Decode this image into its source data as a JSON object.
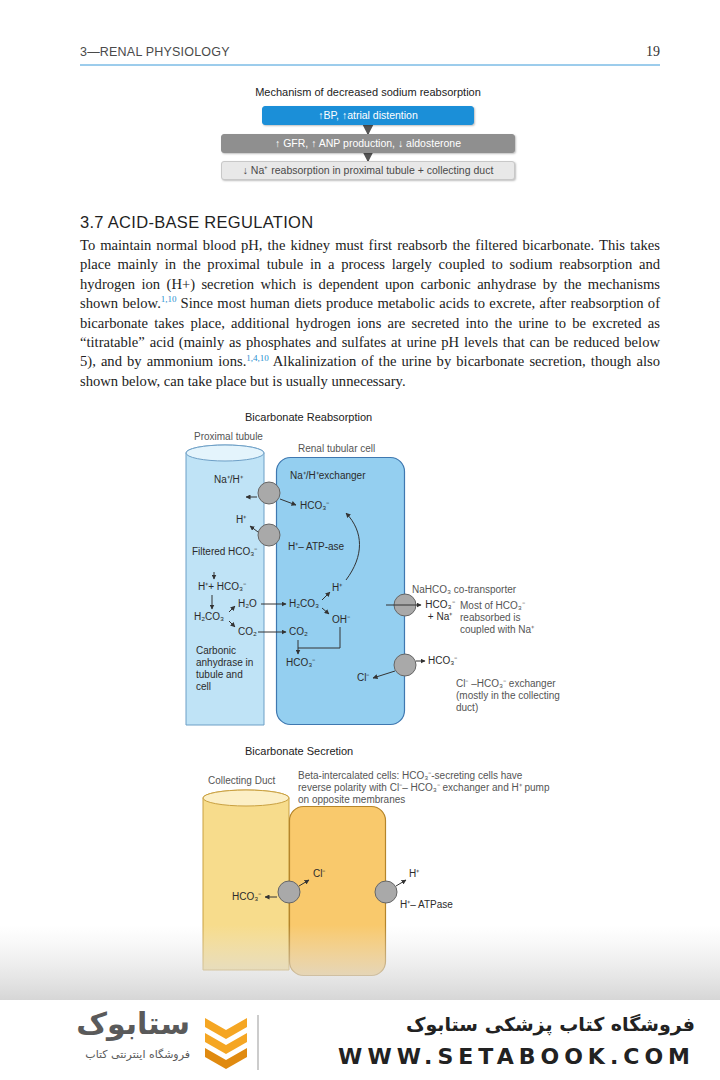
{
  "diagram": {
    "nodes": [
      {
        "text": [
          "↑BP, ↑atrial distention"
        ]
      },
      {
        "text": [
          "↑ GFR, ↑ ANP production, ↓ aldosterone"
        ]
      },
      {
        "text": [
          "↓ Na⁺ reabsorption in proximal tubule + collecting duct"
        ]
      },
      {
        "text": [
          "Proximal tubule",
          "Na⁺/H⁺",
          "H⁺",
          "Filtered HCO₃⁻",
          "H⁺+ HCO₃⁻",
          "H₂CO₃",
          "H₂O",
          "CO₂",
          "Carbonic anhydrase in tubule and cell"
        ]
      },
      {
        "text": [
          "Renal tubular cell",
          "Na⁺/H⁺exchanger",
          "HCO₃⁻",
          "H⁺– ATP-ase",
          "H₂CO₃",
          "H⁺",
          "OH⁻",
          "CO₂",
          "HCO₃⁻",
          "Cl⁻"
        ]
      },
      {
        "text": [
          "Collecting Duct",
          "HCO₃⁻"
        ]
      },
      {
        "text": [
          "Cl⁻"
        ]
      }
    ],
    "edges": [
      {
        "from": 0,
        "to": 1,
        "arrow": "to"
      },
      {
        "from": 1,
        "to": 2,
        "arrow": "to"
      }
    ],
    "labels": [
      "3—RENAL PHYSIOLOGY",
      "19",
      "Mechanism of decreased sodium reabsorption",
      "3.7 ACID-BASE REGULATION",
      "To maintain normal blood pH, the kidney must first reabsorb the filtered bicarbonate. This takes place mainly in the proximal tubule in a process largely coupled to sodium reabsorption and hydrogen ion (H+) secretion which is dependent upon carbonic anhydrase by the mechanisms shown below.",
      "1,10",
      "Since most human diets produce metabolic acids to excrete, after reabsorption of bicarbonate takes place, additional hydrogen ions are secreted into the urine to be excreted as “titratable” acid (mainly as phosphates and sulfates at urine pH levels that can be reduced below 5), and by ammonium ions.",
      "1,4,10",
      "Alkalinization of the urine by bicarbonate secretion, though also shown below, can take place but is usually unnecessary.",
      "Bicarbonate Reabsorption",
      "NaHCO₃ co-transporter",
      "HCO₃⁻ + Na⁺",
      "Most of HCO₃⁻ reabsorbed is coupled with Na⁺",
      "HCO₃⁻",
      "Cl⁻ –HCO₃⁻ exchanger (mostly in the collecting duct)",
      "Bicarbonate Secretion",
      "Beta-intercalated cells: HCO₃⁻-secreting cells have reverse polarity with Cl⁻– HCO₃⁻ exchanger and H⁺ pump on opposite membranes",
      "H⁺",
      "H⁺– ATPase",
      "فروشگاه کتاب پزشکی ستابوک",
      "WWW.SETABOOK.COM",
      "ستابوک",
      "فروشگاه اینترنتی کتاب"
    ]
  }
}
